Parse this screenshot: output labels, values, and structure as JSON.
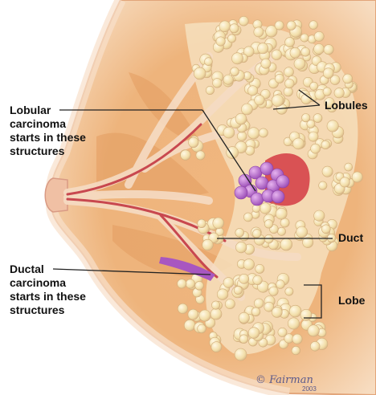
{
  "labels": {
    "lobular": [
      "Lobular",
      "carcinoma",
      "starts in these",
      "structures"
    ],
    "ductal": [
      "Ductal",
      "carcinoma",
      "starts in these",
      "structures"
    ],
    "lobules": "Lobules",
    "duct": "Duct",
    "lobe": "Lobe"
  },
  "signature": {
    "text": "© Fairman",
    "year": "2003"
  },
  "colors": {
    "skin": "#f3c69d",
    "tissue_dark": "#e3a56b",
    "duct": "#c8484f",
    "lobule": "#f4e3b4",
    "tumor_lobular": "#b866c8",
    "tumor_ductal": "#a857c0"
  }
}
